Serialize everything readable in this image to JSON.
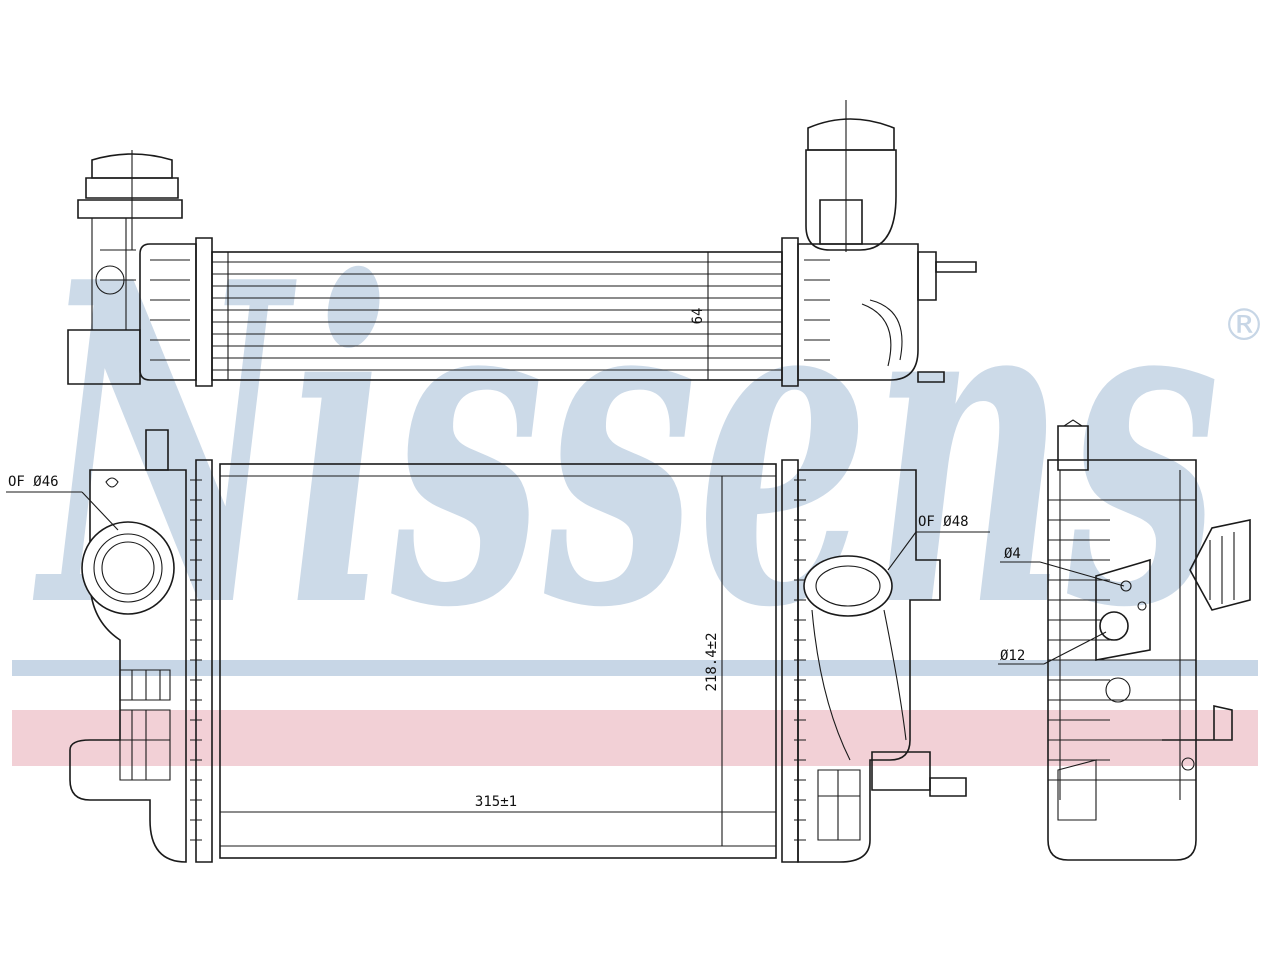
{
  "watermark": {
    "brand": "Nissens",
    "registered_mark": "®",
    "color_blue": "#c7d6e6",
    "color_red": "#f0c8cf"
  },
  "dimensions": {
    "height_top_view": "64",
    "width_front": "315±1",
    "height_front": "218.4±2",
    "left_port": "OF Ø46",
    "right_port": "OF Ø48",
    "hole_small": "Ø4",
    "hole_large": "Ø12"
  },
  "colors": {
    "line": "#1a1a1a"
  }
}
